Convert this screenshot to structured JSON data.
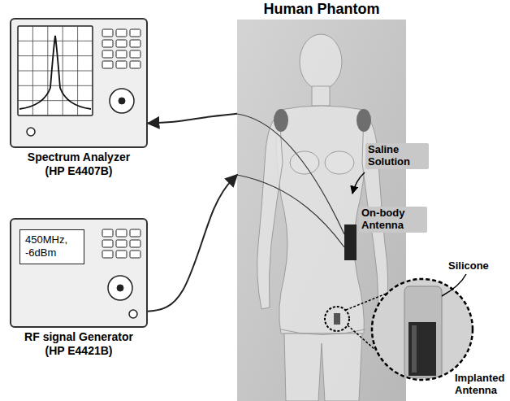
{
  "diagram": {
    "nodes": [
      {
        "text": [
          "Spectrum Analyzer (HP E4407B)"
        ]
      },
      {
        "text": [
          "450MHz, -6dBm",
          "RF signal Generator (HP E4421B)"
        ]
      },
      {
        "text": [
          "Human Phantom"
        ]
      }
    ],
    "edges": [
      {
        "from": 2,
        "to": 0,
        "arrow": "to"
      },
      {
        "from": 1,
        "to": 2,
        "arrow": "to"
      }
    ],
    "labels": [
      "Saline Solution",
      "On-body Antenna",
      "Silicone",
      "Implanted Antenna"
    ]
  }
}
